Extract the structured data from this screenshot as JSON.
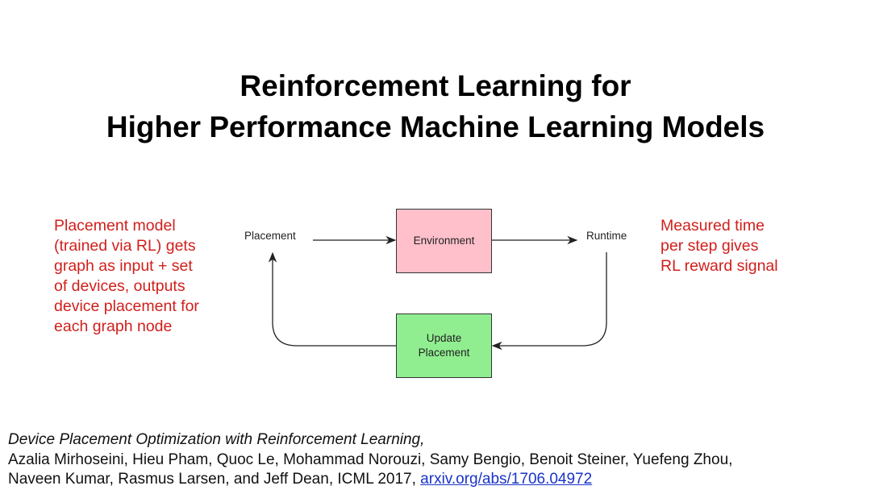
{
  "title": {
    "line1": "Reinforcement Learning for",
    "line2": "Higher Performance Machine Learning Models"
  },
  "left_note": "Placement model\n(trained via RL) gets\ngraph as input + set\nof devices, outputs\ndevice placement for\neach graph node",
  "right_note": "Measured time\nper step gives\nRL reward signal",
  "diagram": {
    "placement": "Placement",
    "environment": "Environment",
    "runtime": "Runtime",
    "update_line1": "Update",
    "update_line2": "Placement",
    "env_color": "#ffc0cb",
    "update_color": "#90ee90"
  },
  "citation": {
    "title": "Device Placement Optimization with Reinforcement Learning,",
    "authors1": "Azalia Mirhoseini, Hieu Pham, Quoc Le, Mohammad Norouzi, Samy Bengio, Benoit Steiner, Yuefeng Zhou,",
    "authors2": "Naveen Kumar, Rasmus Larsen, and Jeff Dean, ICML 2017, ",
    "link": "arxiv.org/abs/1706.04972"
  }
}
